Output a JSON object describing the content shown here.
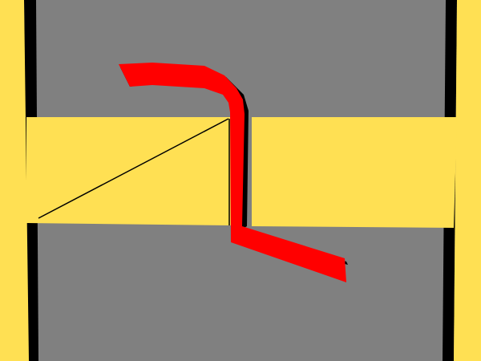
{
  "scene": {
    "colors": {
      "background": "#808080",
      "wall": "#ffe053",
      "edge": "#000000",
      "line": "#ff0000"
    },
    "elements": [
      "left-yellow-wall",
      "right-yellow-wall",
      "yellow-crossbar-left",
      "yellow-crossbar-right",
      "red-line"
    ]
  }
}
